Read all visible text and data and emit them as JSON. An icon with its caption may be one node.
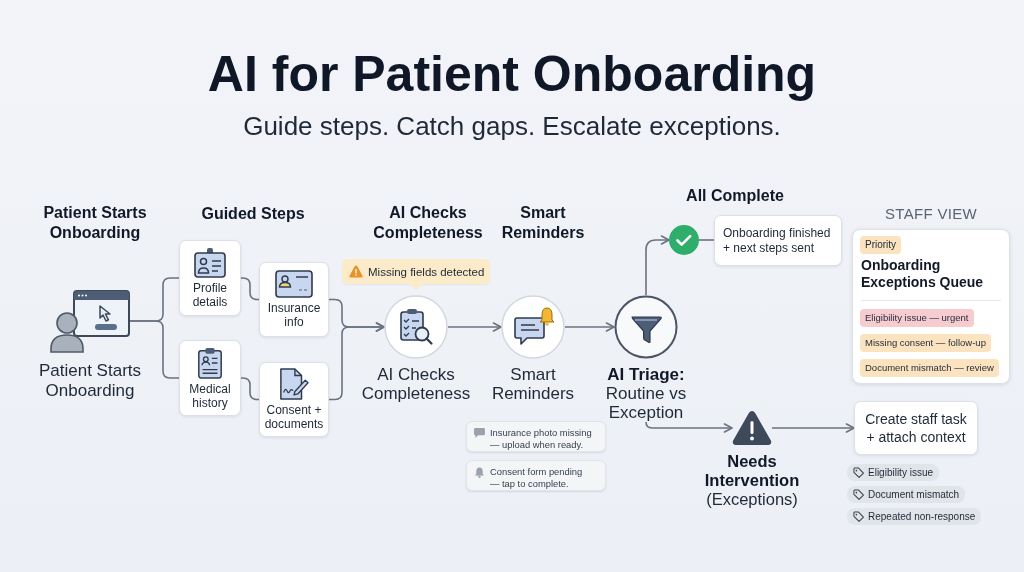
{
  "diagram": {
    "title": "AI for Patient Onboarding",
    "nodes": [
      {
        "text": [
          "Patient Starts Onboarding"
        ]
      },
      {
        "text": [
          "Profile details"
        ]
      },
      {
        "text": [
          "Medical history"
        ]
      },
      {
        "text": [
          "Insurance info"
        ]
      },
      {
        "text": [
          "Consent + documents"
        ]
      },
      {
        "text": [
          "Missing fields detected"
        ]
      },
      {
        "text": [
          "AI Checks Completeness"
        ]
      },
      {
        "text": [
          "Smart Reminders"
        ]
      },
      {
        "text": [
          "Insurance photo missing — upload when ready."
        ]
      },
      {
        "text": [
          "Consent form pending — tap to complete."
        ]
      },
      {
        "text": [
          "AI Triage:",
          "Routine vs Exception"
        ]
      },
      {
        "text": [],
        "shape": "circle"
      },
      {
        "text": [
          "Onboarding finished + next steps sent"
        ]
      },
      {
        "text": [
          "Needs Intervention",
          "(Exceptions)"
        ]
      },
      {
        "text": [
          "Create staff task + attach context"
        ]
      },
      {
        "text": [
          "Eligibility issue"
        ]
      },
      {
        "text": [
          "Document mismatch"
        ]
      },
      {
        "text": [
          "Repeated non-response"
        ]
      },
      {
        "text": [
          "STAFF VIEW",
          "Onboarding Exceptions Queue"
        ]
      },
      {
        "text": [
          "Priority"
        ],
        "in": 18
      },
      {
        "text": [
          "Eligibility issue — urgent"
        ],
        "in": 18
      },
      {
        "text": [
          "Missing consent — follow-up"
        ],
        "in": 18
      },
      {
        "text": [
          "Document mismatch — review"
        ],
        "in": 18
      }
    ],
    "edges": [
      {
        "from": 0,
        "to": 1,
        "arrow": "none"
      },
      {
        "from": 0,
        "to": 2,
        "arrow": "none"
      },
      {
        "from": 1,
        "to": 3,
        "arrow": "none"
      },
      {
        "from": 2,
        "to": 4,
        "arrow": "none"
      },
      {
        "from": 3,
        "to": 6,
        "arrow": "to"
      },
      {
        "from": 4,
        "to": 6,
        "arrow": "to"
      },
      {
        "from": 6,
        "to": 7,
        "arrow": "to"
      },
      {
        "from": 7,
        "to": 10,
        "arrow": "to"
      },
      {
        "from": 10,
        "to": 11,
        "arrow": "to"
      },
      {
        "from": 11,
        "to": 12,
        "arrow": "none"
      },
      {
        "from": 10,
        "to": 13,
        "arrow": "to"
      },
      {
        "from": 13,
        "to": 14,
        "arrow": "to"
      }
    ],
    "labels": [
      "Guide steps. Catch gaps. Escalate exceptions.",
      "Patient Starts Onboarding",
      "Guided Steps",
      "AI Checks Completeness",
      "Smart Reminders",
      "All Complete"
    ]
  }
}
